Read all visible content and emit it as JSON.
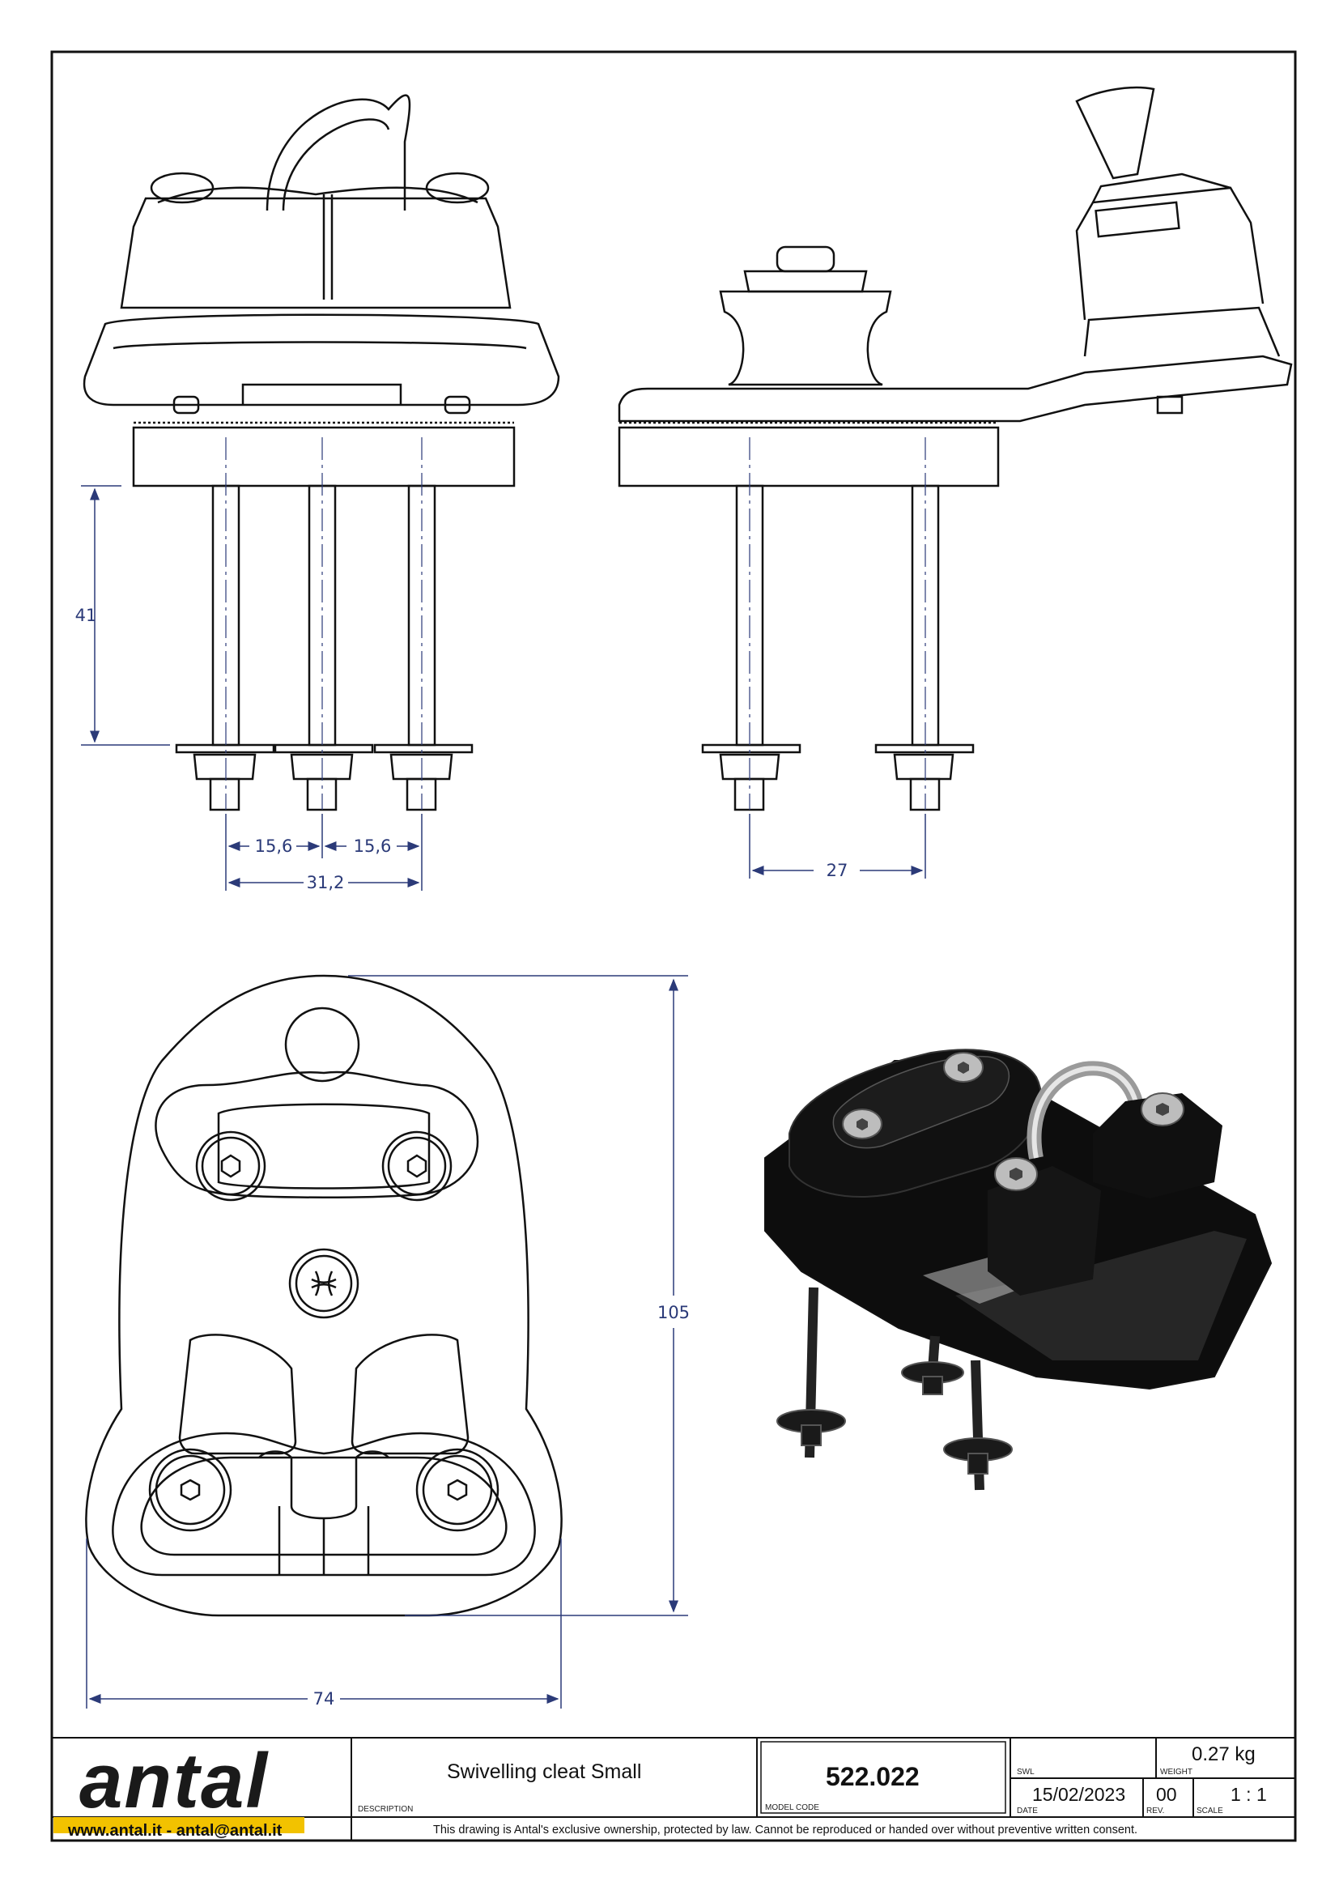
{
  "drawing": {
    "dimensions": {
      "height_bolts": "41",
      "spacing_left": "15,6",
      "spacing_right": "15,6",
      "spacing_total": "31,2",
      "side_bolt_spacing": "27",
      "plan_height": "105",
      "plan_width": "74"
    }
  },
  "title_block": {
    "brand": "antal",
    "contact": "www.antal.it  -  antal@antal.it",
    "description": "Swivelling cleat Small",
    "description_caption": "DESCRIPTION",
    "model_code": "522.022",
    "model_code_caption": "MODEL CODE",
    "swl_caption": "SWL",
    "weight": "0.27 kg",
    "weight_caption": "WEIGHT",
    "date": "15/02/2023",
    "date_caption": "DATE",
    "rev": "00",
    "rev_caption": "REV.",
    "scale": "1 : 1",
    "scale_caption": "SCALE",
    "disclaimer": "This drawing is Antal's exclusive ownership, protected by law. Cannot be reproduced or handed over without preventive written consent."
  },
  "colors": {
    "dimension": "#2b3a78",
    "brand_accent": "#f2c200"
  }
}
